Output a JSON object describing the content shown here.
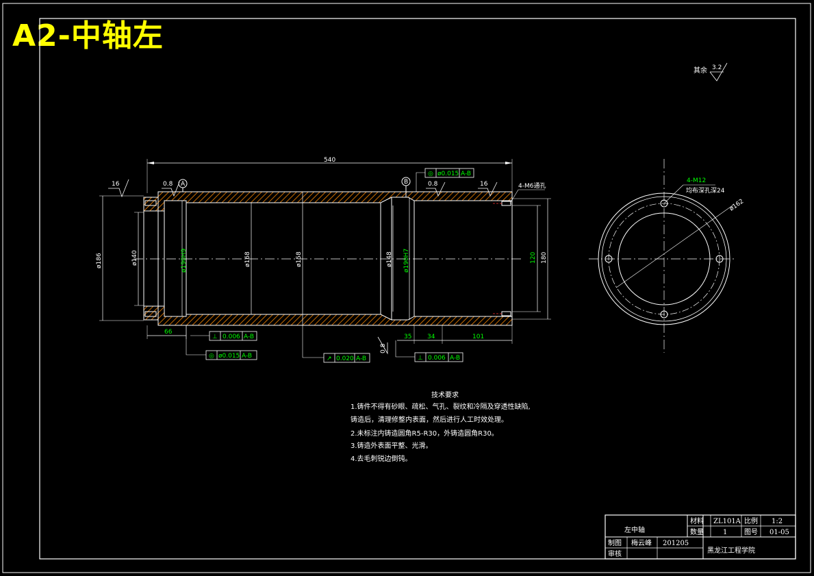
{
  "header": {
    "title": "A2-中轴左"
  },
  "roughness_default": {
    "label": "其余",
    "value": "3.2"
  },
  "front_view": {
    "overall_length": "540",
    "dims_left": [
      "ø186",
      "ø140"
    ],
    "dims_inner": [
      "ø190H9",
      "ø168",
      "ø158",
      "ø148",
      "ø190H7"
    ],
    "dims_right": [
      "120",
      "180"
    ],
    "bottom_dims": [
      "66",
      "35",
      "34",
      "101"
    ],
    "roughness": [
      "16",
      "0.8",
      "0.8",
      "16",
      "0.8"
    ],
    "datum_labels": [
      "A",
      "B"
    ],
    "hole_note": "4-M6通孔",
    "tolerances": [
      {
        "symbol": "⊥",
        "value": "0.006",
        "datum": "A-B"
      },
      {
        "symbol": "◎",
        "value": "ø0.015",
        "datum": "A-B"
      },
      {
        "symbol": "↗",
        "value": "0.020",
        "datum": "A-B"
      },
      {
        "symbol": "⊥",
        "value": "0.006",
        "datum": "A-B"
      },
      {
        "symbol": "◎",
        "value": "ø0.015",
        "datum": "A-B"
      }
    ]
  },
  "side_view": {
    "hole_note": "4-M12",
    "hole_note2": "均布深孔深24",
    "pcd": "ø162"
  },
  "notes": {
    "title": "技术要求",
    "items": [
      "1.铸件不得有砂眼、疏松、气孔、裂纹和冷隔及穿透性缺陷,",
      "铸造后，清理修整内表面，然后进行人工时效处理。",
      "2.未标注内铸造圆角R5-R30，外铸造圆角R30。",
      "3.铸造外表面平整、光滑。",
      "4.去毛刺锐边倒钝。"
    ]
  },
  "title_block": {
    "part_name": "左中轴",
    "material_label": "材料",
    "material": "ZL101A",
    "scale_label": "比例",
    "scale": "1:2",
    "qty_label": "数量",
    "qty": "1",
    "drawing_no_label": "图号",
    "drawing_no": "01-05",
    "drawn_label": "制图",
    "drawn_by": "梅云峰",
    "date": "201205",
    "checked_label": "审核",
    "school": "黑龙江工程学院"
  }
}
